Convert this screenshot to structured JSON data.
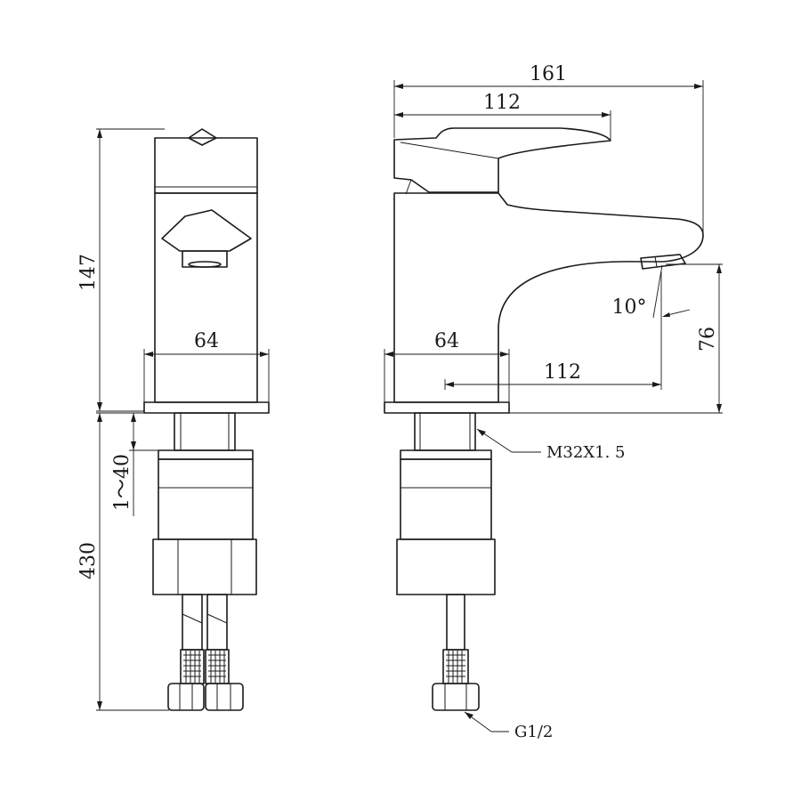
{
  "dimensions": {
    "overall_width": "161",
    "handle_width": "112",
    "body_width_front": "64",
    "body_width_side": "64",
    "spout_reach": "112",
    "height": "147",
    "spout_clearance": "76",
    "spout_angle": "10°",
    "mount_adjust": "1～40",
    "hose_length": "430"
  },
  "labels": {
    "thread_mount": "M32X1. 5",
    "thread_hose": "G1/2"
  },
  "colors": {
    "line": "#1a1a1a",
    "background": "#ffffff"
  }
}
